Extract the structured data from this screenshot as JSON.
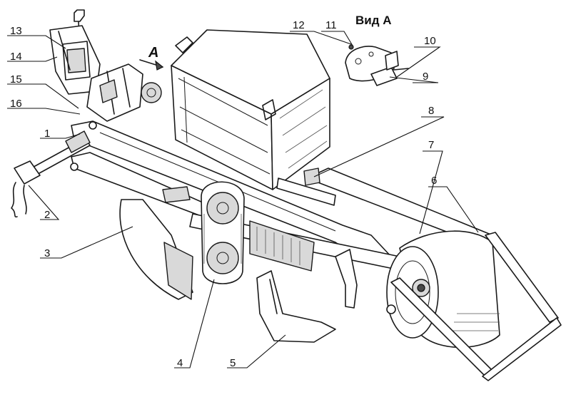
{
  "view_title": "Вид А",
  "direction_label": "A",
  "callouts": [
    {
      "id": "c1",
      "text": "1"
    },
    {
      "id": "c2",
      "text": "2"
    },
    {
      "id": "c3",
      "text": "3"
    },
    {
      "id": "c4",
      "text": "4"
    },
    {
      "id": "c5",
      "text": "5"
    },
    {
      "id": "c6",
      "text": "6"
    },
    {
      "id": "c7",
      "text": "7"
    },
    {
      "id": "c8",
      "text": "8"
    },
    {
      "id": "c9",
      "text": "9"
    },
    {
      "id": "c10",
      "text": "10"
    },
    {
      "id": "c11",
      "text": "11"
    },
    {
      "id": "c12",
      "text": "12"
    },
    {
      "id": "c13",
      "text": "13"
    },
    {
      "id": "c14",
      "text": "14"
    },
    {
      "id": "c15",
      "text": "15"
    },
    {
      "id": "c16",
      "text": "16"
    }
  ]
}
